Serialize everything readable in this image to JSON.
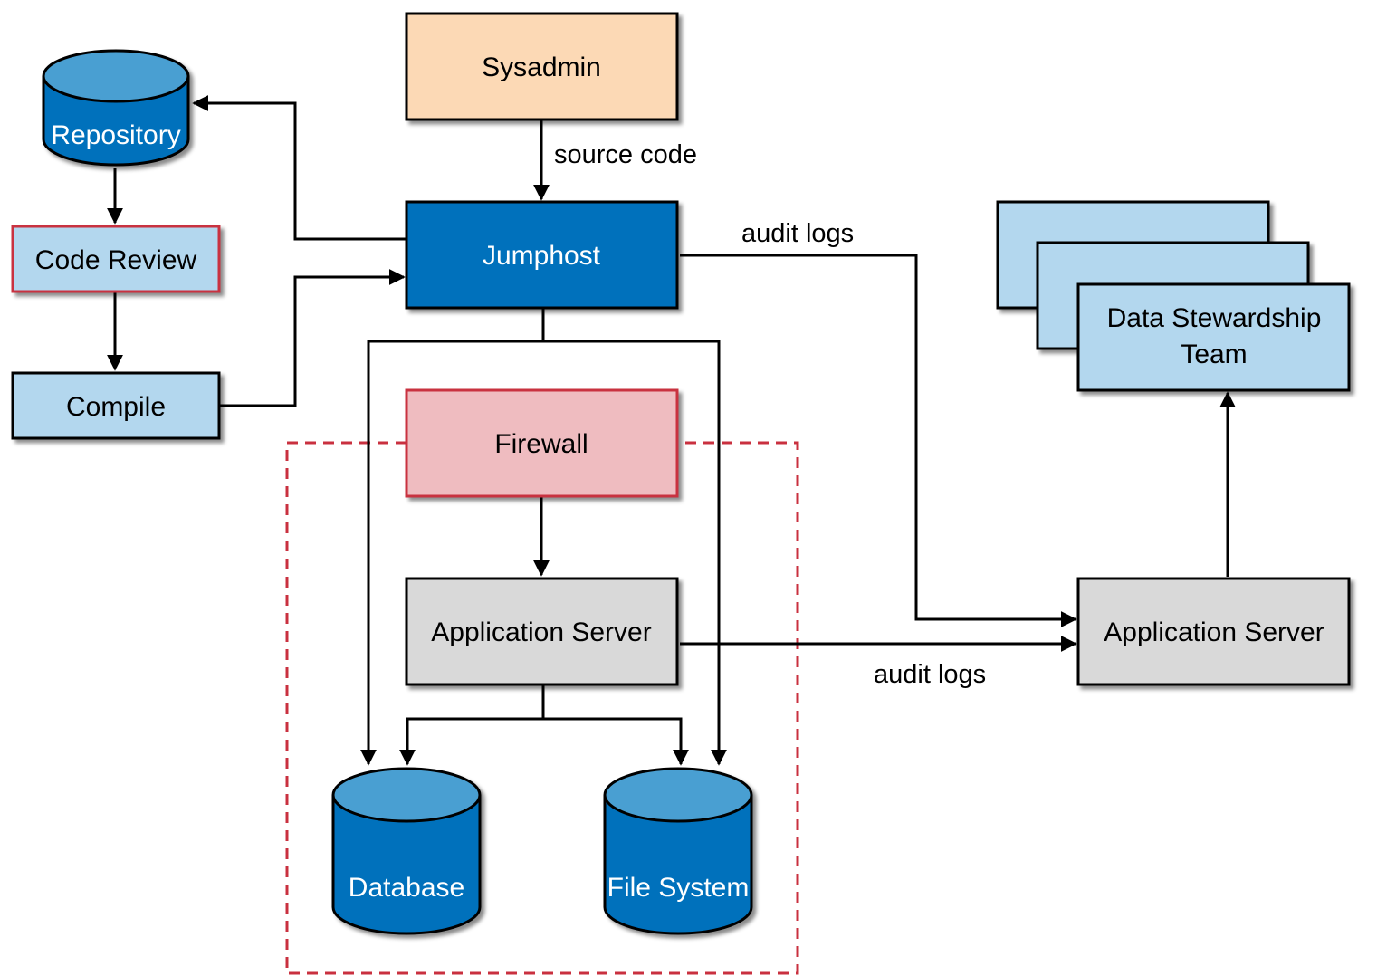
{
  "nodes": {
    "repository": "Repository",
    "code_review": "Code Review",
    "compile": "Compile",
    "sysadmin": "Sysadmin",
    "jumphost": "Jumphost",
    "firewall": "Firewall",
    "app_server_internal": "Application Server",
    "database": "Database",
    "file_system": "File System",
    "data_stewardship_line1": "Data Stewardship",
    "data_stewardship_line2": "Team",
    "app_server_external": "Application Server"
  },
  "edges": {
    "source_code": "source code",
    "audit_logs_top": "audit logs",
    "audit_logs_bottom": "audit logs"
  },
  "colors": {
    "blue_dark": "#0071bc",
    "blue_cylinder": "#4a9fd2",
    "blue_light": "#b3d7ee",
    "peach": "#fcd9b5",
    "pink": "#efbcc0",
    "gray": "#d9d9d9",
    "red_border": "#c9303f"
  }
}
